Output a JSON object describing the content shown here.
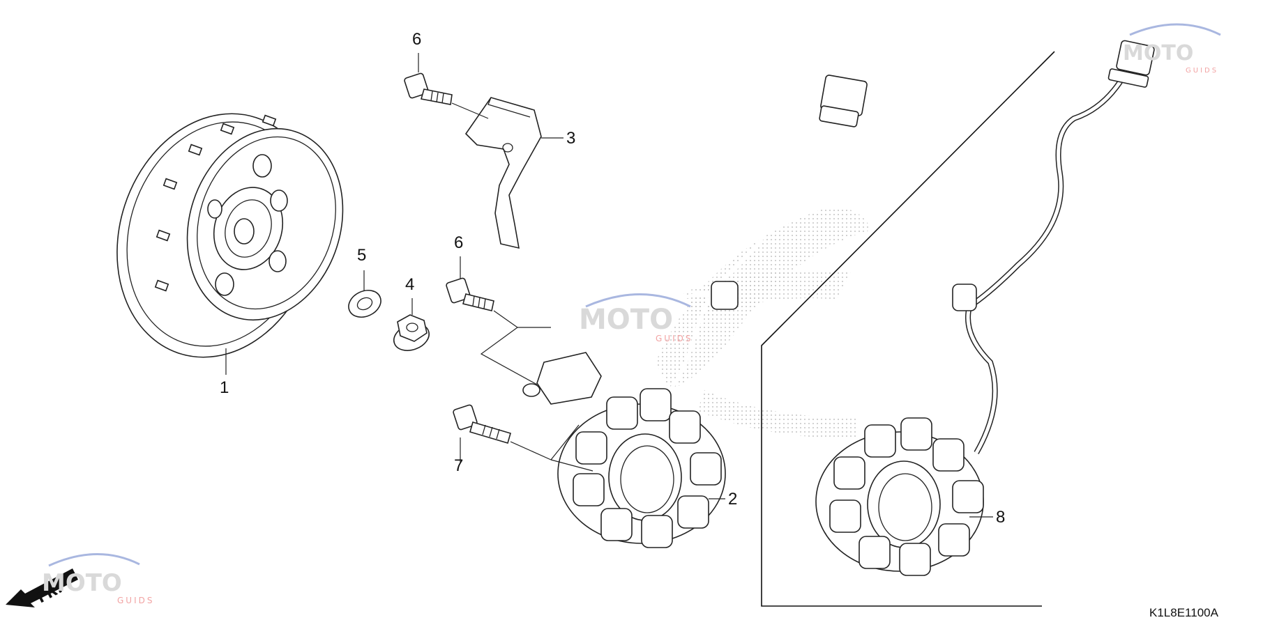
{
  "callouts": [
    {
      "id": "1",
      "label": "1"
    },
    {
      "id": "2",
      "label": "2"
    },
    {
      "id": "3",
      "label": "3"
    },
    {
      "id": "4",
      "label": "4"
    },
    {
      "id": "5",
      "label": "5"
    },
    {
      "id": "6a",
      "label": "6"
    },
    {
      "id": "6b",
      "label": "6"
    },
    {
      "id": "7",
      "label": "7"
    },
    {
      "id": "8",
      "label": "8"
    }
  ],
  "diagram_code": "K1L8E1100A",
  "direction_label": "FR.",
  "watermark": {
    "main_text": "MOTO",
    "sub_text": "GUIDS",
    "colors": {
      "grey": "#d9d9d9",
      "accent": "#f2a3a3",
      "blue": "#a9b7e0"
    }
  }
}
